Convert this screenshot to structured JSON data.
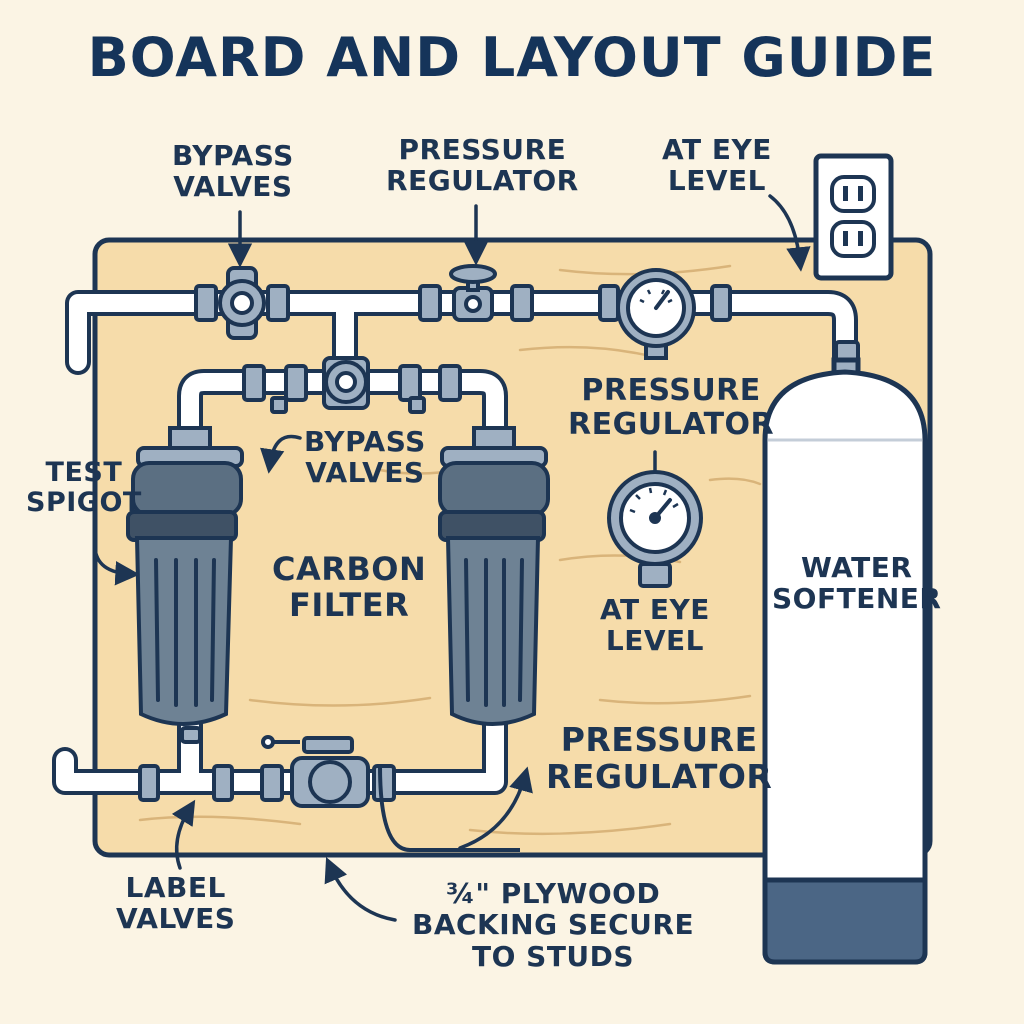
{
  "title": "BOARD AND LAYOUT GUIDE",
  "labels": {
    "bypass_valves_top": [
      "BYPASS",
      "VALVES"
    ],
    "pressure_regulator_top": [
      "PRESSURE",
      "REGULATOR"
    ],
    "at_eye_level_top": [
      "AT EYE",
      "LEVEL"
    ],
    "pressure_regulator_mid": [
      "PRESSURE",
      "REGULATOR"
    ],
    "bypass_valves_mid": [
      "BYPASS",
      "VALVES"
    ],
    "test_spigot": [
      "TEST",
      "SPIGOT"
    ],
    "carbon_filter": [
      "CARBON",
      "FILTER"
    ],
    "at_eye_level_mid": [
      "AT EYE",
      "LEVEL"
    ],
    "water_softener": [
      "WATER",
      "SOFTENER"
    ],
    "pressure_regulator_bottom": [
      "PRESSURE",
      "REGULATOR"
    ],
    "label_valves": [
      "LABEL",
      "VALVES"
    ],
    "plywood_backing": [
      "¾\" PLYWOOD",
      "BACKING SECURE",
      "TO STUDS"
    ]
  },
  "colors": {
    "background": "#fbf4e4",
    "plywood": "#f6dcaa",
    "outline": "#1d3553",
    "pipe": "#ffffff",
    "fitting": "#9fb0c2",
    "filter_housing": "#6e8294",
    "softener_base": "#4b6685"
  },
  "icons": [
    "electrical-outlet-icon",
    "pressure-gauge-icon",
    "valve-icon",
    "filter-cartridge-icon",
    "arrow-icon"
  ]
}
